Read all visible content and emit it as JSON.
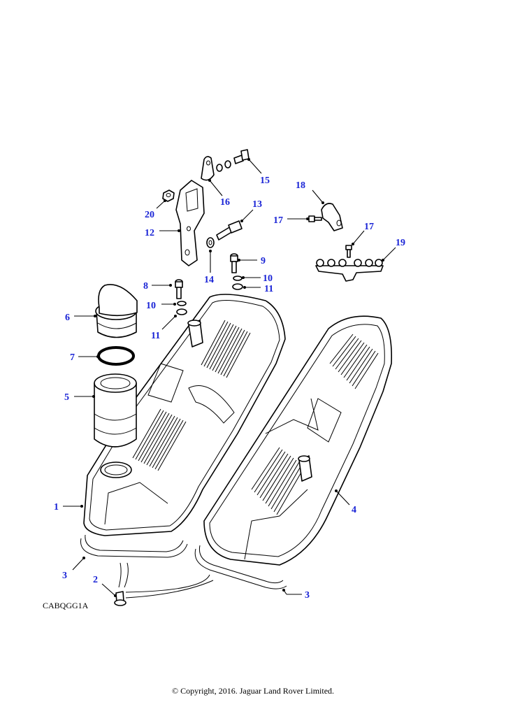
{
  "figure_code": "CABQGG1A",
  "copyright": "© Copyright, 2016. Jaguar Land Rover Limited.",
  "callout_color": "#1a24d6",
  "callouts": {
    "c1": "1",
    "c2": "2",
    "c3a": "3",
    "c3b": "3",
    "c4": "4",
    "c5": "5",
    "c6": "6",
    "c7": "7",
    "c8": "8",
    "c9": "9",
    "c10a": "10",
    "c10b": "10",
    "c11a": "11",
    "c11b": "11",
    "c12": "12",
    "c13": "13",
    "c14": "14",
    "c15": "15",
    "c16": "16",
    "c17a": "17",
    "c17b": "17",
    "c18": "18",
    "c19": "19",
    "c20": "20"
  }
}
